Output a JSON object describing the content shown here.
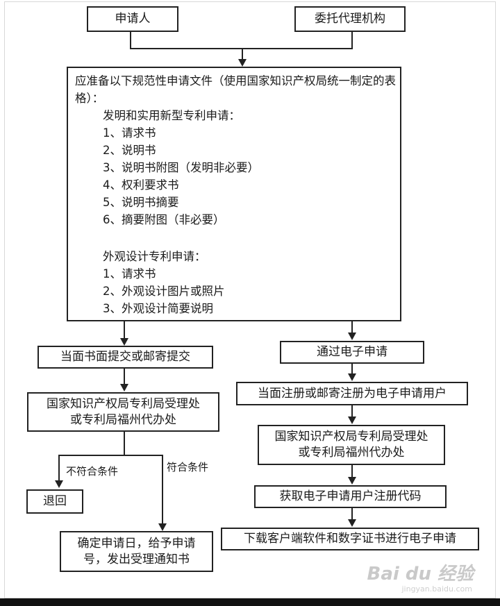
{
  "applicant": "申请人",
  "agency": "委托代理机构",
  "docs": {
    "intro": "应准备以下规范性申请文件（使用国家知识产权局统一制定的表格）：",
    "invention_title": "发明和实用新型专利申请：",
    "invention_items": [
      "1、请求书",
      "2、说明书",
      "3、说明书附图（发明非必要）",
      "4、权利要求书",
      "5、说明书摘要",
      "6、摘要附图（非必要）"
    ],
    "design_title": "外观设计专利申请：",
    "design_items": [
      "1、请求书",
      "2、外观设计图片或照片",
      "3、外观设计简要说明"
    ]
  },
  "left": {
    "submit": "当面书面提交或邮寄提交",
    "office_line1": "国家知识产权局专利局受理处",
    "office_line2": "或专利局福州代办处",
    "not_meet": "不符合条件",
    "meet": "符合条件",
    "reject": "退回",
    "accept_line1": "确定申请日，给予申请",
    "accept_line2": "号，发出受理通知书"
  },
  "right": {
    "electronic": "通过电子申请",
    "register": "当面注册或邮寄注册为电子申请用户",
    "office_line1": "国家知识产权局专利局受理处",
    "office_line2": "或专利局福州代办处",
    "code": "获取电子申请用户注册代码",
    "download": "下载客户端软件和数字证书进行电子申请"
  },
  "watermark": {
    "logo": "Bai du 经验",
    "url": "jingyan.baidu.com"
  }
}
